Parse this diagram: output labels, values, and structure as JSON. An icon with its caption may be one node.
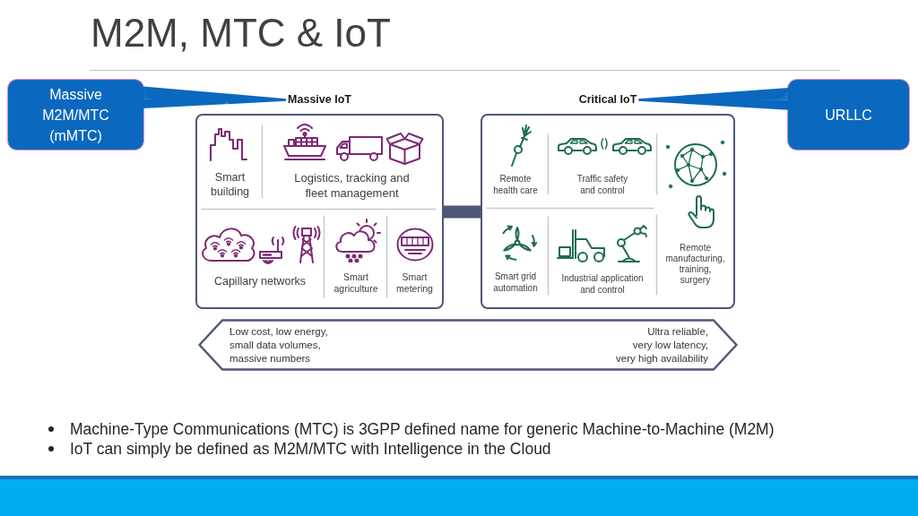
{
  "diagram": {
    "title": "M2M, MTC & IoT",
    "nodes": [
      {
        "text": [
          "Massive M2M/MTC (mMTC)"
        ]
      },
      {
        "text": [
          "Massive IoT"
        ]
      },
      {
        "text": [
          "Smart building"
        ],
        "in": 1
      },
      {
        "text": [
          "Logistics, tracking and fleet management"
        ],
        "in": 1
      },
      {
        "text": [
          "Capillary networks"
        ],
        "in": 1
      },
      {
        "text": [
          "Smart agriculture"
        ],
        "in": 1
      },
      {
        "text": [
          "Smart metering"
        ],
        "in": 1
      },
      {
        "text": [
          "Critical IoT"
        ]
      },
      {
        "text": [
          "Remote health care"
        ],
        "in": 7
      },
      {
        "text": [
          "Traffic safety and control"
        ],
        "in": 7
      },
      {
        "text": [
          "Remote manufacturing, training, surgery"
        ],
        "in": 7
      },
      {
        "text": [
          "Smart grid automation"
        ],
        "in": 7
      },
      {
        "text": [
          "Industrial application and control"
        ],
        "in": 7
      },
      {
        "text": [
          "URLLC"
        ]
      },
      {
        "text": [
          "Low cost, low energy, small data volumes, massive numbers",
          "Ultra reliable, very low latency, very high availability"
        ]
      }
    ],
    "edges": [
      {
        "from": 0,
        "to": 1,
        "arrow": "none"
      },
      {
        "from": 1,
        "to": 7,
        "arrow": "none",
        "style": "thick",
        "color": "#4f5679"
      },
      {
        "from": 13,
        "to": 7,
        "arrow": "none"
      }
    ],
    "labels": [
      "Machine-Type Communications (MTC) is 3GPP defined name for generic Machine-to-Machine (M2M)",
      "IoT can simply be defined as M2M/MTC with Intelligence in the Cloud"
    ]
  }
}
